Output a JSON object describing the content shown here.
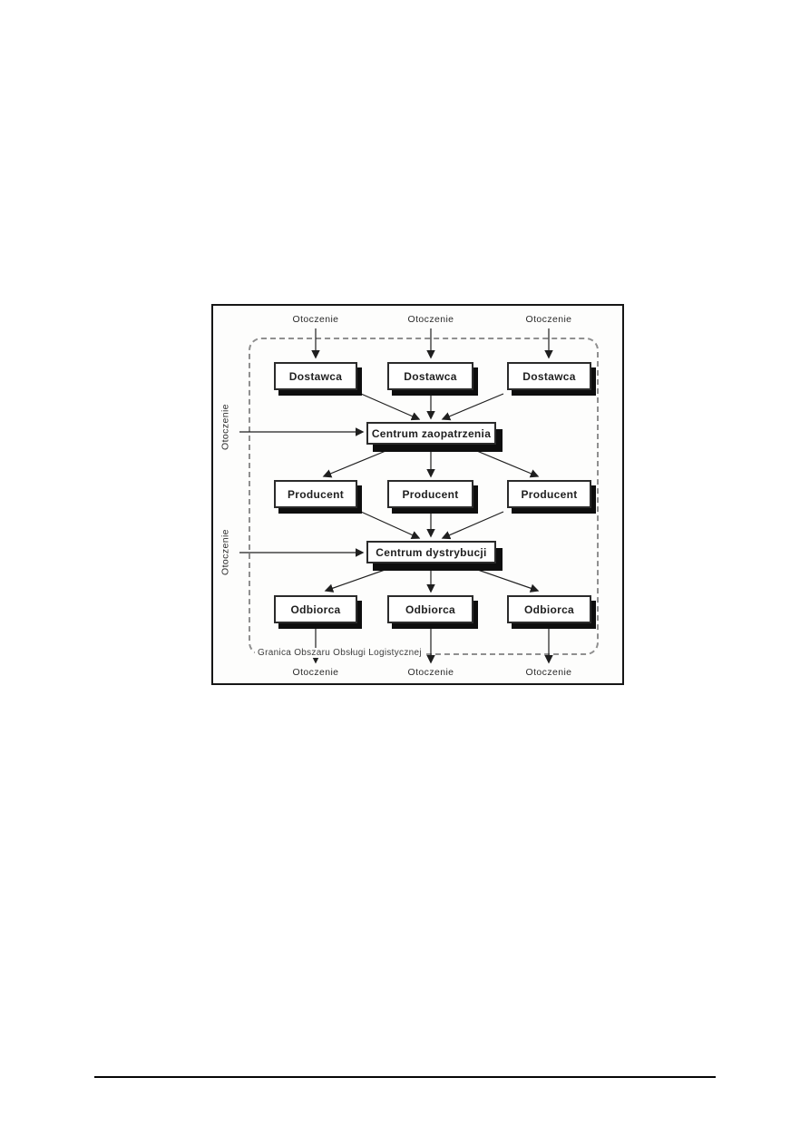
{
  "diagram": {
    "environment_top": [
      "Otoczenie",
      "Otoczenie",
      "Otoczenie"
    ],
    "environment_bottom": [
      "Otoczenie",
      "Otoczenie",
      "Otoczenie"
    ],
    "environment_left": [
      "Otoczenie",
      "Otoczenie"
    ],
    "suppliers": [
      "Dostawca",
      "Dostawca",
      "Dostawca"
    ],
    "supply_center": "Centrum zaopatrzenia",
    "producers": [
      "Producent",
      "Producent",
      "Producent"
    ],
    "distribution_center": "Centrum dystrybucji",
    "receivers": [
      "Odbiorca",
      "Odbiorca",
      "Odbiorca"
    ],
    "boundary_label": "Granica Obszaru Obsługi Logistycznej",
    "colors": {
      "ink": "#1f1f1f",
      "box_shadow": "#0e0e0e",
      "boundary_dash": "#8f8f8f"
    }
  }
}
